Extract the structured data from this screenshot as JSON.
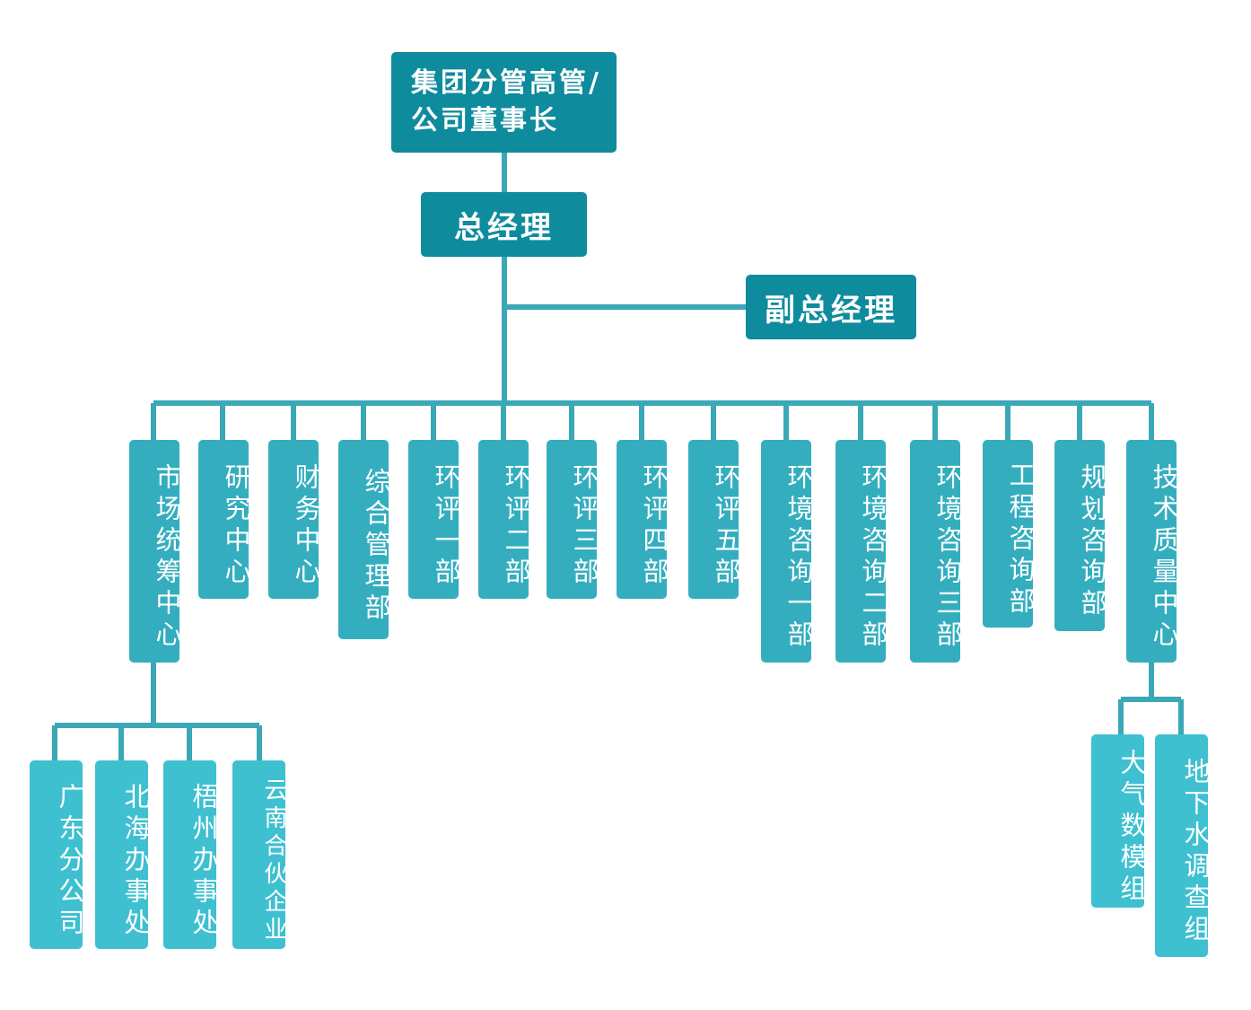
{
  "colors": {
    "top": "#0e8b9d",
    "dept": "#34aebe",
    "sub": "#3ec0d0",
    "line": "#3aa8b6"
  },
  "top": {
    "line1": "集团分管高管/",
    "line2": "公司董事长",
    "gm": "总经理",
    "deputy": "副总经理"
  },
  "departments": [
    "市场统筹中心",
    "研究中心",
    "财务中心",
    "综合管理部",
    "环评一部",
    "环评二部",
    "环评三部",
    "环评四部",
    "环评五部",
    "环境咨询一部",
    "环境咨询二部",
    "环境咨询三部",
    "工程咨询部",
    "规划咨询部",
    "技术质量中心"
  ],
  "market_subs": [
    "广东分公司",
    "北海办事处",
    "梧州办事处",
    "云南合伙企业"
  ],
  "tech_subs": [
    "大气数模组",
    "地下水调查组"
  ]
}
